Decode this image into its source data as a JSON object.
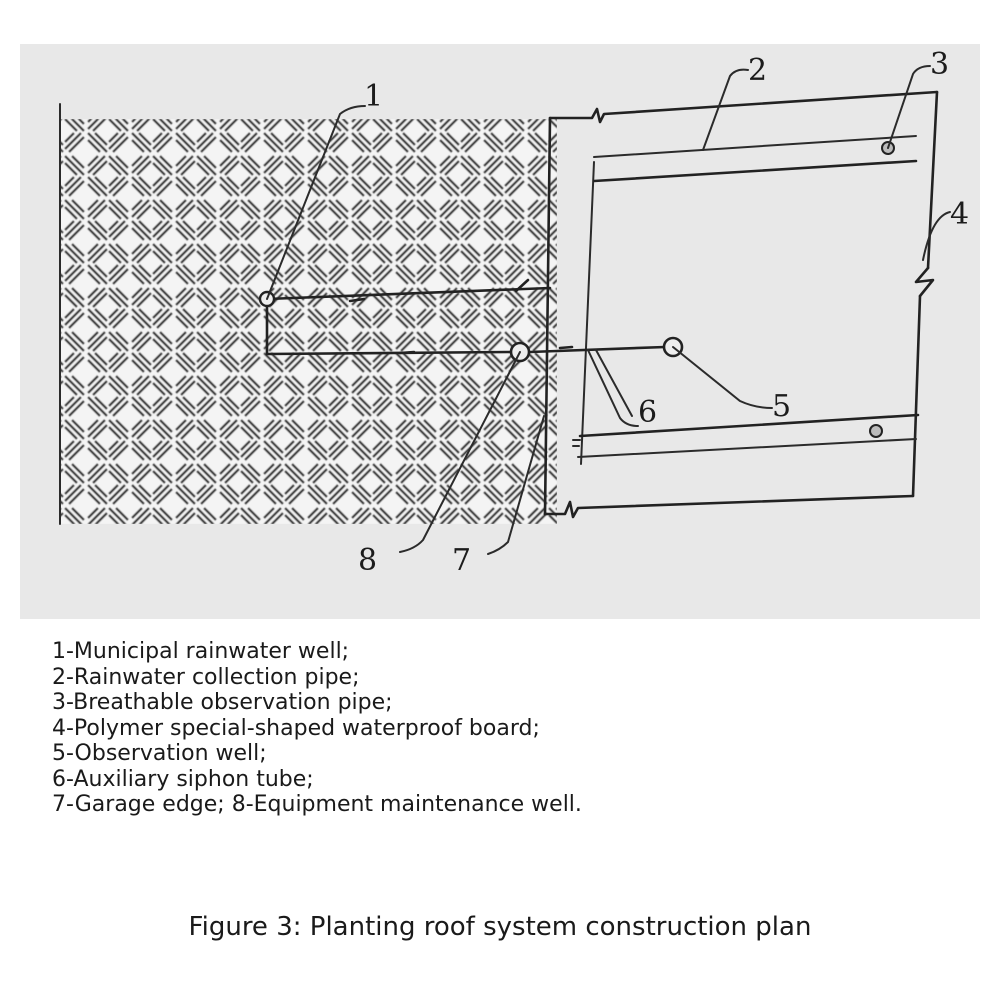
{
  "diagram": {
    "callouts": [
      {
        "id": "1",
        "label": "1"
      },
      {
        "id": "2",
        "label": "2"
      },
      {
        "id": "3",
        "label": "3"
      },
      {
        "id": "4",
        "label": "4"
      },
      {
        "id": "5",
        "label": "5"
      },
      {
        "id": "6",
        "label": "6"
      },
      {
        "id": "7",
        "label": "7"
      },
      {
        "id": "8",
        "label": "8"
      }
    ],
    "colors": {
      "background": "#e9e9e9",
      "line": "#222222",
      "hatch": "#3a3a3a"
    }
  },
  "legend": [
    "1-Municipal rainwater well;",
    "2-Rainwater collection pipe;",
    "3-Breathable observation pipe;",
    "4-Polymer special-shaped waterproof board;",
    "5-Observation well;",
    "6-Auxiliary siphon tube;",
    "7-Garage edge; 8-Equipment maintenance well."
  ],
  "caption": "Figure 3: Planting roof system construction plan"
}
